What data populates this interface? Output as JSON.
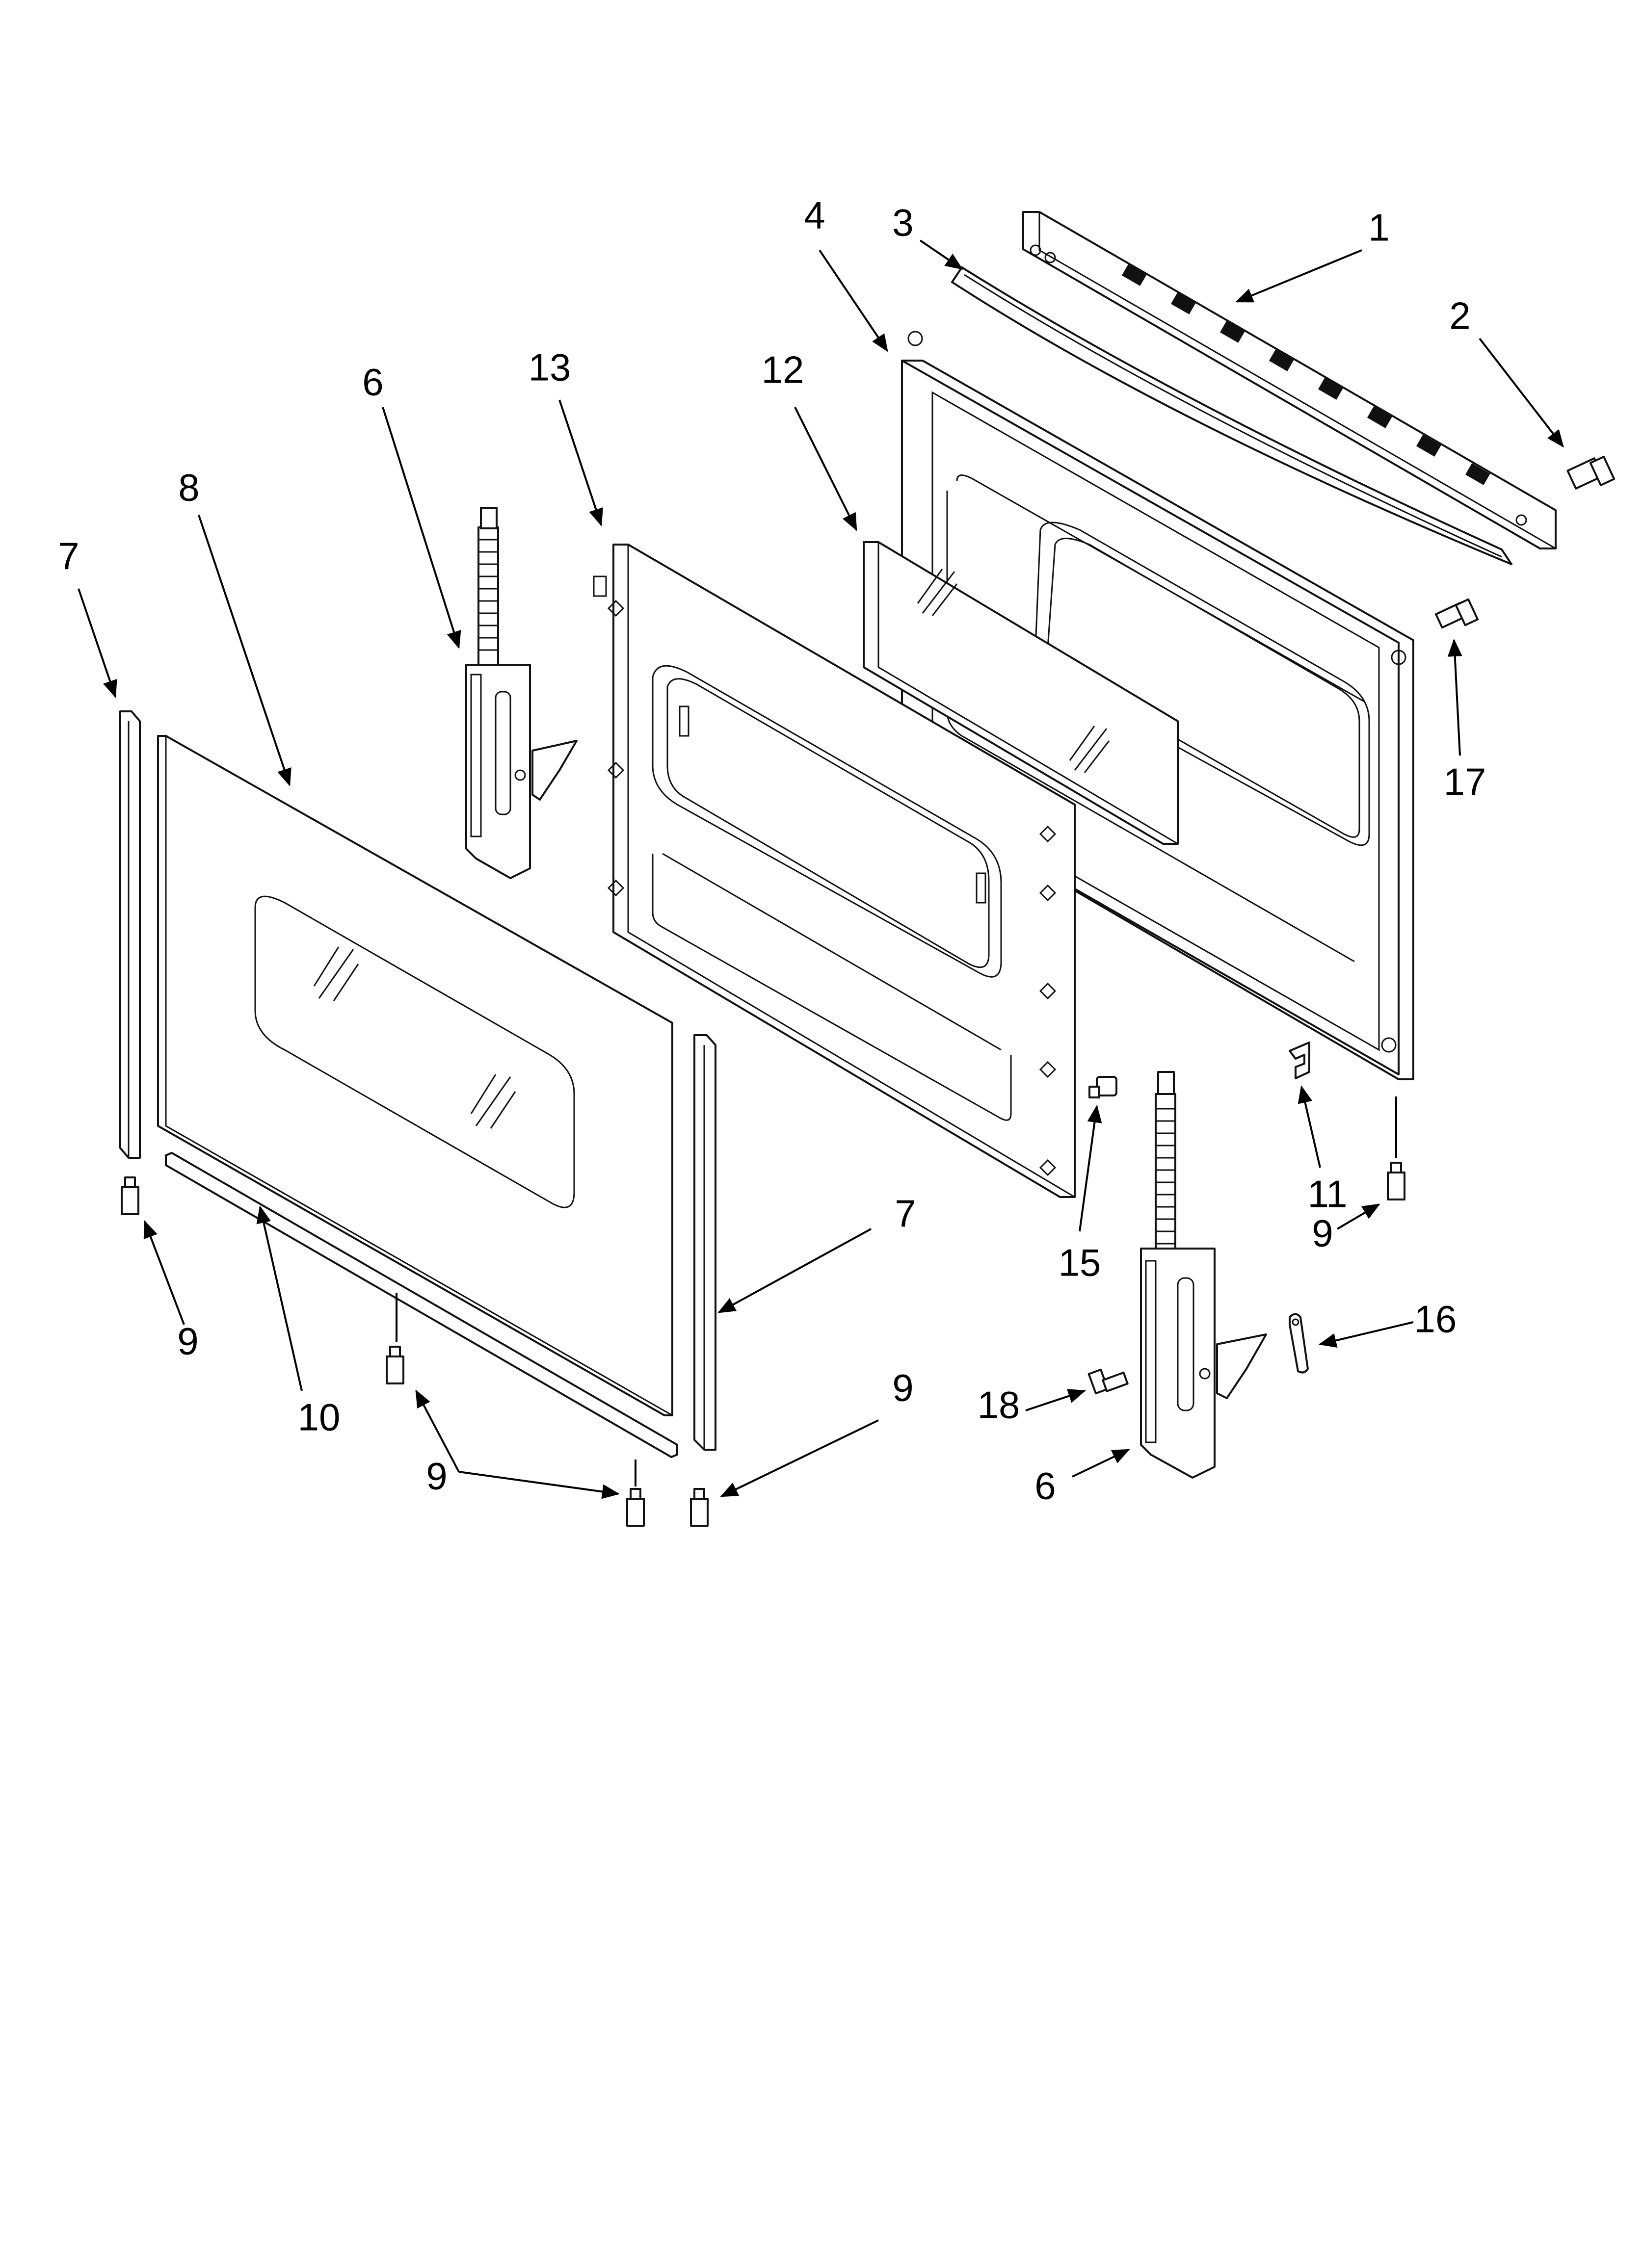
{
  "diagram": {
    "callouts": [
      {
        "id": "c1",
        "label": "1"
      },
      {
        "id": "c2",
        "label": "2"
      },
      {
        "id": "c3",
        "label": "3"
      },
      {
        "id": "c4",
        "label": "4"
      },
      {
        "id": "c6a",
        "label": "6"
      },
      {
        "id": "c13",
        "label": "13"
      },
      {
        "id": "c12",
        "label": "12"
      },
      {
        "id": "c8",
        "label": "8"
      },
      {
        "id": "c7a",
        "label": "7"
      },
      {
        "id": "c17",
        "label": "17"
      },
      {
        "id": "c11",
        "label": "11"
      },
      {
        "id": "c9a",
        "label": "9"
      },
      {
        "id": "c15",
        "label": "15"
      },
      {
        "id": "c7b",
        "label": "7"
      },
      {
        "id": "c9b",
        "label": "9"
      },
      {
        "id": "c10",
        "label": "10"
      },
      {
        "id": "c9c",
        "label": "9"
      },
      {
        "id": "c9d",
        "label": "9"
      },
      {
        "id": "c16",
        "label": "16"
      },
      {
        "id": "c18",
        "label": "18"
      },
      {
        "id": "c6b",
        "label": "6"
      }
    ]
  }
}
